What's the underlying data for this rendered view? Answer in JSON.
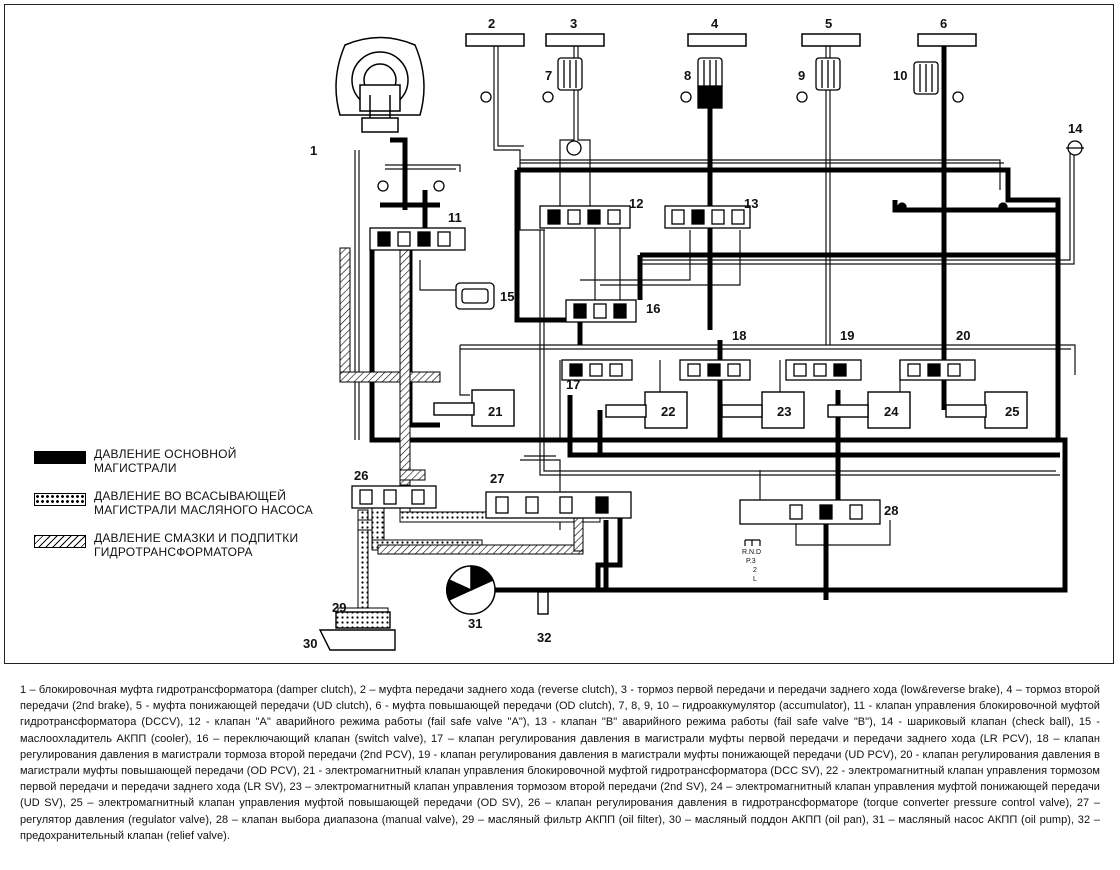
{
  "callouts": [
    "1",
    "2",
    "3",
    "4",
    "5",
    "6",
    "7",
    "8",
    "9",
    "10",
    "11",
    "12",
    "13",
    "14",
    "15",
    "16",
    "17",
    "18",
    "19",
    "20",
    "21",
    "22",
    "23",
    "24",
    "25",
    "26",
    "27",
    "28",
    "29",
    "30",
    "31",
    "32"
  ],
  "selector_label": {
    "line1": "R.N.D",
    "line2": "P.3",
    "line3": "2",
    "line4": "L"
  },
  "legend": {
    "main_pressure": "ДАВЛЕНИЕ ОСНОВНОЙ\nМАГИСТРАЛИ",
    "suction_pressure": "ДАВЛЕНИЕ ВО ВСАСЫВАЮЩЕЙ\nМАГИСТРАЛИ МАСЛЯНОГО НАСОСА",
    "lube_pressure": "ДАВЛЕНИЕ СМАЗКИ И ПОДПИТКИ\nГИДРОТРАНСФОРМАТОРА"
  },
  "caption": "1 – блокировочная муфта гидротрансформатора (damper clutch), 2 – муфта передачи заднего хода (reverse clutch), 3 - тормоз первой передачи и передачи заднего хода (low&reverse brake), 4 – тормоз второй передачи (2nd brake), 5 - муфта понижающей передачи (UD clutch), 6 - муфта повышающей передачи (OD clutch), 7, 8, 9, 10 – гидроаккумулятор (accumulator), 11 - клапан управления блокировочной муфтой гидротрансформатора (DCCV), 12 - клапан \"А\" аварийного режима работы (fail safe valve \"A\"), 13 - клапан \"В\" аварийного режима работы (fail safe valve \"В\"), 14 - шариковый клапан (check ball), 15 - маслоохладитель АКПП (cooler), 16 – переключающий клапан (switch valve), 17 – клапан регулирования давления в магистрали муфты первой передачи и передачи заднего хода (LR PCV), 18 – клапан регулирования давления в магистрали тормоза второй передачи (2nd PCV), 19 - клапан регулирования давления в магистрали муфты понижающей передачи (UD PCV), 20 - клапан регулирования давления в магистрали муфты повышающей передачи (OD PCV), 21 - электромагнитный клапан управления блокировочной муфтой гидротрансформатора (DCC SV), 22 - электромагнитный клапан управления тормозом первой передачи и передачи заднего хода (LR SV), 23 – электромагнитный клапан управления тормозом второй передачи (2nd SV), 24 – электромагнитный клапан управления муфтой понижающей передачи (UD SV), 25 – электромагнитный клапан управления муфтой повышающей передачи (OD SV), 26 – клапан регулирования давления в гидротрансформаторе (torque converter pressure control valve), 27 – регулятор давления (regulator valve), 28 – клапан выбора диапазона (manual valve), 29 – масляный фильтр АКПП (oil filter), 30 – масляный поддон АКПП (oil pan), 31 – масляный насос АКПП (oil pump), 32 – предохранительный клапан (relief valve)."
}
